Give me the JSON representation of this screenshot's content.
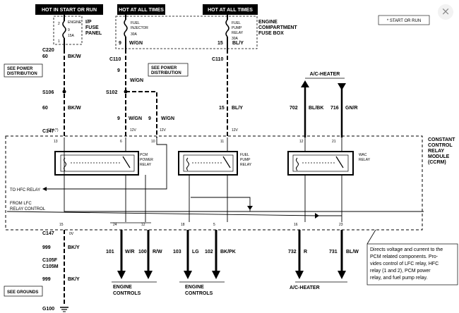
{
  "header": {
    "hot_start_run": "HOT IN START OR RUN",
    "hot_all_times_1": "HOT AT ALL TIMES",
    "hot_all_times_2": "HOT AT ALL TIMES",
    "note_start_run": "* START OR RUN"
  },
  "ip_fuse_panel": {
    "label_1": "I/P",
    "label_2": "FUSE",
    "label_3": "PANEL",
    "fuse_label": "ENGINE",
    "fuse_num": "9",
    "fuse_amp": "15A",
    "pin_top": "2",
    "pin_bottom": "1"
  },
  "engine_box": {
    "label_1": "ENGINE",
    "label_2": "COMPARTMENT",
    "label_3": "FUSE BOX",
    "fuse1_l1": "FUEL",
    "fuse1_l2": "INJECTOR",
    "fuse1_amp": "30A",
    "fuse1_pin": "9",
    "fuse1_wire": "W/GN",
    "fuse2_l1": "FUEL",
    "fuse2_l2": "PUMP",
    "fuse2_l3": "RELAY",
    "fuse2_amp": "30A",
    "fuse2_pin": "15",
    "fuse2_wire": "BL/Y"
  },
  "connectors": {
    "c220": "C220",
    "c110_a": "C110",
    "c110_b": "C110",
    "s106": "S106",
    "s102": "S102",
    "c147_top": "C147",
    "c147_bot": "C147",
    "c105f": "C105F",
    "c105m": "C105M",
    "g100": "G100"
  },
  "wires": {
    "w60_a": "60",
    "w60_a_col": "BK/W",
    "w60_b": "60",
    "w60_b_col": "BK/W",
    "w9_a": "9",
    "w9_a_col": "W/GN",
    "w9_b": "9",
    "w9_b_col": "W/GN",
    "w9_c": "9",
    "w9_c_col": "W/GN",
    "w15": "15",
    "w15_col": "BL/Y",
    "w999_a": "999",
    "w999_a_col": "BK/Y",
    "w999_b": "999",
    "w999_b_col": "BK/Y",
    "w702": "702",
    "w702_col": "BL/BK",
    "w716": "716",
    "w716_col": "GN/R",
    "w101": "101",
    "w101_col": "W/R",
    "w100": "100",
    "w100_col": "R/W",
    "w103": "103",
    "w103_col": "LG",
    "w102": "102",
    "w102_col": "BK/PK",
    "w732": "732",
    "w732_col": "R",
    "w731": "731",
    "w731_col": "BL/W"
  },
  "boxes": {
    "see_power_1_l1": "SEE POWER",
    "see_power_1_l2": "DISTRIBUTION",
    "see_power_2_l1": "SEE POWER",
    "see_power_2_l2": "DISTRIBUTION",
    "see_grounds": "SEE GROUNDS"
  },
  "ccrm": {
    "label_1": "CONSTANT",
    "label_2": "CONTROL",
    "label_3": "RELAY",
    "label_4": "MODULE",
    "label_5": "(CCRM)",
    "pcm_l1": "PCM",
    "pcm_l2": "POWER",
    "pcm_l3": "RELAY",
    "fuel_l1": "FUEL",
    "fuel_l2": "PUMP",
    "fuel_l3": "RELAY",
    "wac_l1": "WAC",
    "wac_l2": "RELAY",
    "to_hfc": "TO HFC  RELAY",
    "from_lfc_1": "FROM LFC",
    "from_lfc_2": "RELAY CONTROL",
    "v12_star": "12V (*)",
    "v12_a": "12V",
    "v12_b": "12V",
    "v12_c": "12V",
    "v0": "0V",
    "pin13": "13",
    "pin6": "6",
    "pin10": "10",
    "pin11": "11",
    "pin12": "12",
    "pin21": "21",
    "pin15": "15",
    "pin24": "24",
    "pin12b": "12",
    "pin18": "18",
    "pin5": "5",
    "pin16": "16",
    "pin23": "23"
  },
  "bottom": {
    "engine_controls_1_l1": "ENGINE",
    "engine_controls_1_l2": "CONTROLS",
    "engine_controls_2_l1": "ENGINE",
    "engine_controls_2_l2": "CONTROLS",
    "ac_heater_top": "A/C-HEATER",
    "ac_heater_bottom": "A/C-HEATER"
  },
  "note": {
    "line1": "Directs voltage and current to the",
    "line2": "PCM related components. Pro-",
    "line3": "vides control of LFC relay, HFC",
    "line4": "relay (1 and 2), PCM power",
    "line5": "relay, and fuel pump relay."
  },
  "close_icon": "×"
}
